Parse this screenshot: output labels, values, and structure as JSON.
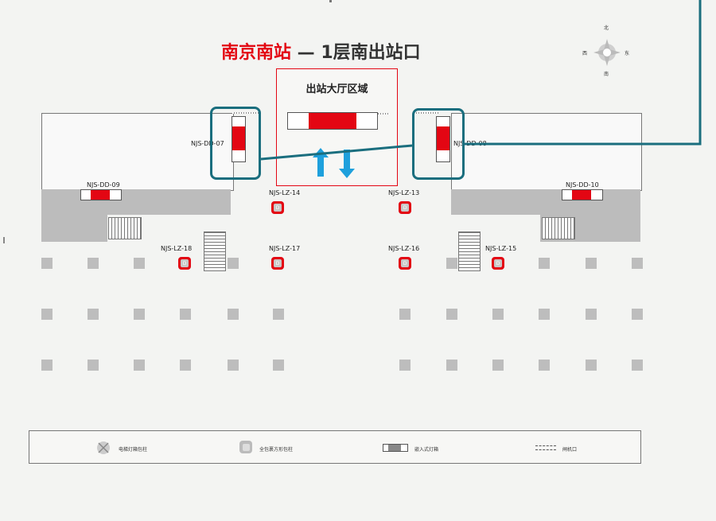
{
  "title": {
    "station": "南京南站",
    "sep": " — ",
    "floor": "1层南出站口"
  },
  "hall": {
    "label": "出站大厅区域"
  },
  "compass": {
    "north": "北",
    "south": "南",
    "east": "东",
    "west": "西"
  },
  "panels": [
    {
      "id": "dd07",
      "label": "NJS-DD-07"
    },
    {
      "id": "dd08",
      "label": "NJS-DD-08"
    },
    {
      "id": "dd09",
      "label": "NJS-DD-09"
    },
    {
      "id": "dd10",
      "label": "NJS-DD-10"
    }
  ],
  "pillars": [
    {
      "id": "lz14",
      "label": "NJS-LZ-14"
    },
    {
      "id": "lz13",
      "label": "NJS-LZ-13"
    },
    {
      "id": "lz18",
      "label": "NJS-LZ-18"
    },
    {
      "id": "lz17",
      "label": "NJS-LZ-17"
    },
    {
      "id": "lz16",
      "label": "NJS-LZ-16"
    },
    {
      "id": "lz15",
      "label": "NJS-LZ-15"
    }
  ],
  "pillar_mark": "D",
  "legend": [
    {
      "id": "elevator",
      "label": "电梯灯箱包柱"
    },
    {
      "id": "square",
      "label": "全包裹方形包柱"
    },
    {
      "id": "embedded",
      "label": "嵌入式灯箱"
    },
    {
      "id": "gate",
      "label": "闸机口"
    }
  ],
  "colors": {
    "accent": "#e30613",
    "highlight": "#1a6e7e",
    "arrow": "#1ea0dc",
    "pillar": "#bdbdbd"
  },
  "icons": [
    "elevator-icon",
    "square-pillar-icon",
    "embedded-lightbox-icon",
    "gate-icon",
    "arrow-up-icon",
    "arrow-down-icon"
  ]
}
